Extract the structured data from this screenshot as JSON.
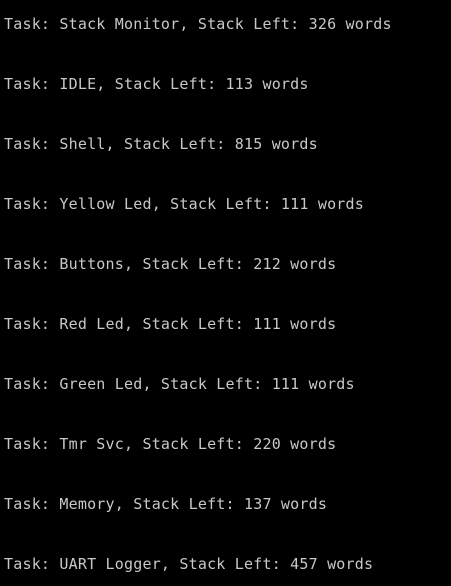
{
  "terminal": {
    "lines": [
      "Task: Stack Monitor, Stack Left: 326 words",
      "Task: IDLE, Stack Left: 113 words",
      "Task: Shell, Stack Left: 815 words",
      "Task: Yellow Led, Stack Left: 111 words",
      "Task: Buttons, Stack Left: 212 words",
      "Task: Red Led, Stack Left: 111 words",
      "Task: Green Led, Stack Left: 111 words",
      "Task: Tmr Svc, Stack Left: 220 words",
      "Task: Memory, Stack Left: 137 words",
      "Task: UART Logger, Stack Left: 457 words"
    ],
    "colors": {
      "background": "#000000",
      "text": "#c8c8c8"
    }
  }
}
